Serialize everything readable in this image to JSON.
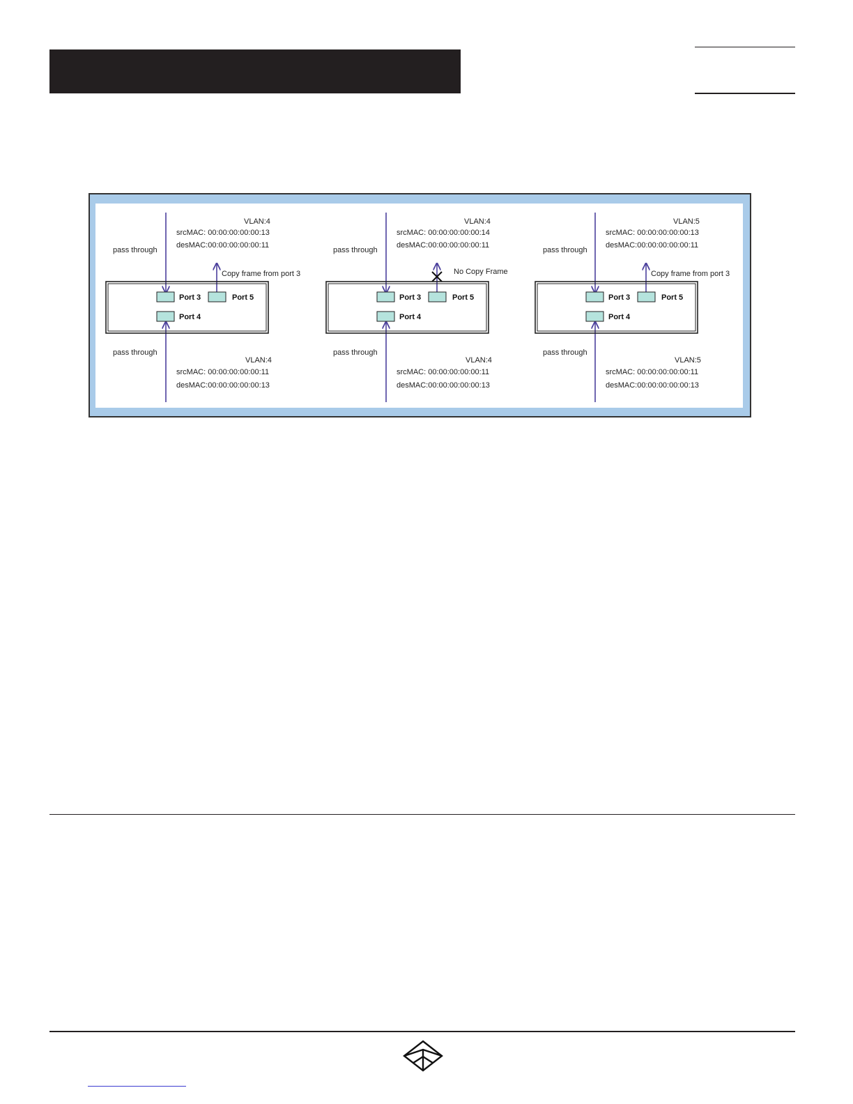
{
  "diagram": {
    "panels": [
      {
        "pass_through_top": "pass through",
        "vlan_top": "VLAN:4",
        "src_top": "srcMAC: 00:00:00:00:00:13",
        "des_top": "desMAC:00:00:00:00:00:11",
        "copy_note": "Copy frame from port 3",
        "port3": "Port 3",
        "port5": "Port 5",
        "port4": "Port 4",
        "pass_through_bottom": "pass through",
        "vlan_bottom": "VLAN:4",
        "src_bottom": "srcMAC: 00:00:00:00:00:11",
        "des_bottom": "desMAC:00:00:00:00:00:13"
      },
      {
        "pass_through_top": "pass through",
        "vlan_top": "VLAN:4",
        "src_top": "srcMAC: 00:00:00:00:00:14",
        "des_top": "desMAC:00:00:00:00:00:11",
        "copy_note": "No Copy Frame",
        "port3": "Port 3",
        "port5": "Port 5",
        "port4": "Port 4",
        "pass_through_bottom": "pass through",
        "vlan_bottom": "VLAN:4",
        "src_bottom": "srcMAC: 00:00:00:00:00:11",
        "des_bottom": "desMAC:00:00:00:00:00:13"
      },
      {
        "pass_through_top": "pass through",
        "vlan_top": "VLAN:5",
        "src_top": "srcMAC: 00:00:00:00:00:13",
        "des_top": "desMAC:00:00:00:00:00:11",
        "copy_note": "Copy frame from port 3",
        "port3": "Port 3",
        "port5": "Port 5",
        "port4": "Port 4",
        "pass_through_bottom": "pass through",
        "vlan_bottom": "VLAN:5",
        "src_bottom": "srcMAC: 00:00:00:00:00:11",
        "des_bottom": "desMAC:00:00:00:00:00:13"
      }
    ]
  },
  "colors": {
    "frame_background": "#a9cbe9",
    "port_fill": "#b5e3dd",
    "arrow": "#4b3f9c",
    "header_bar": "#231f20"
  },
  "footer": {
    "logo_icon": "black-box-diamond-logo"
  }
}
